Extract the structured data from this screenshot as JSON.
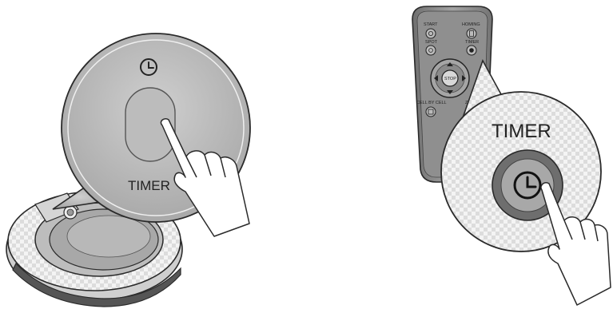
{
  "robot_panel": {
    "timer_label": "TIMER",
    "icon": "clock-icon"
  },
  "remote": {
    "buttons": {
      "start": "START",
      "homing": "HOMING",
      "spot": "SPOT",
      "timer": "TIMER",
      "stop": "STOP",
      "cell_by_cell": "CELL BY CELL",
      "zigzag": "ZIG"
    },
    "zoom_label": "TIMER",
    "icon": "clock-icon"
  },
  "colors": {
    "outline": "#2a2a2a",
    "light_gray": "#d9d9d9",
    "mid_gray": "#9a9a9a",
    "dark_gray": "#6e6e6e",
    "remote_body": "#8c8c8c"
  }
}
